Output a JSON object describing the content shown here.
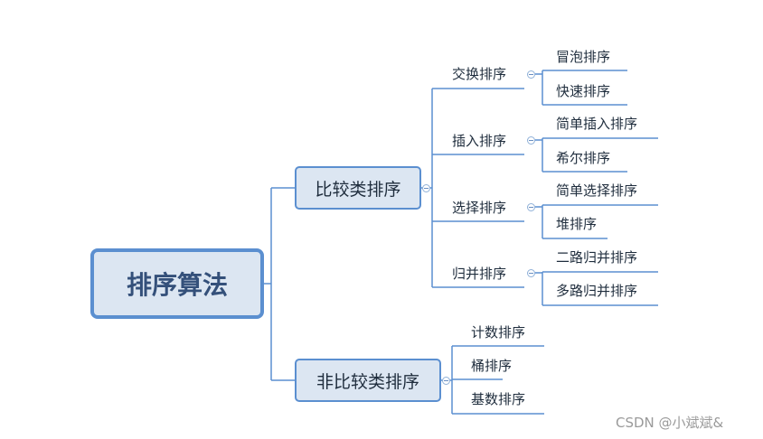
{
  "root": {
    "label": "排序算法"
  },
  "comparison": {
    "label": "比较类排序",
    "groups": [
      {
        "label": "交换排序",
        "items": [
          "冒泡排序",
          "快速排序"
        ]
      },
      {
        "label": "插入排序",
        "items": [
          "简单插入排序",
          "希尔排序"
        ]
      },
      {
        "label": "选择排序",
        "items": [
          "简单选择排序",
          "堆排序"
        ]
      },
      {
        "label": "归并排序",
        "items": [
          "二路归并排序",
          "多路归并排序"
        ]
      }
    ]
  },
  "non_comparison": {
    "label": "非比较类排序",
    "items": [
      "计数排序",
      "桶排序",
      "基数排序"
    ]
  },
  "watermark": "CSDN @小斌斌&",
  "colors": {
    "line": "#5b8fd0",
    "box_fill": "#dce6f2",
    "box_border": "#5b8fd0"
  }
}
